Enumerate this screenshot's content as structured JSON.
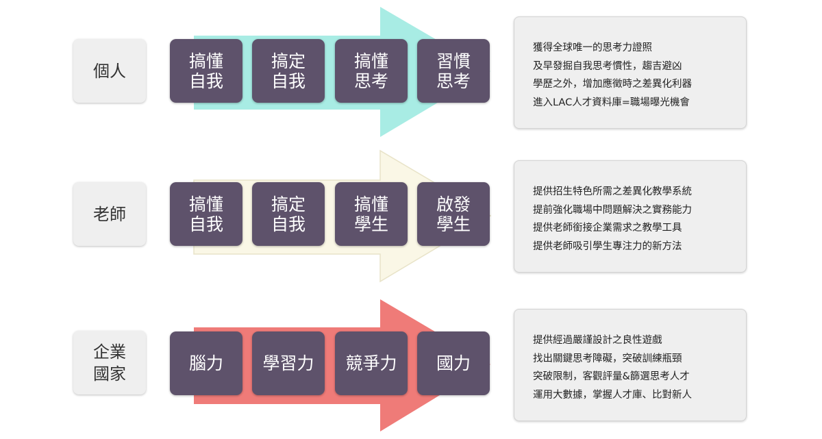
{
  "rows": [
    {
      "label": "個人",
      "arrow_color": "#a8ece4",
      "steps": [
        "搞懂\n自我",
        "搞定\n自我",
        "搞懂\n思考",
        "習慣\n思考"
      ],
      "benefits": [
        "獲得全球唯一的思考力證照",
        "及早發掘自我思考慣性，趨吉避凶",
        "學歷之外，增加應徵時之差異化利器",
        "進入LAC人才資料庫=職場曝光機會"
      ]
    },
    {
      "label": "老師",
      "arrow_color": "#faf7e6",
      "steps": [
        "搞懂\n自我",
        "搞定\n自我",
        "搞懂\n學生",
        "啟發\n學生"
      ],
      "benefits": [
        "提供招生特色所需之差異化教學系統",
        "提前強化職場中問題解決之實務能力",
        "提供老師銜接企業需求之教學工具",
        "提供老師吸引學生專注力的新方法"
      ]
    },
    {
      "label": "企業\n國家",
      "arrow_color": "#ef7b78",
      "steps": [
        "腦力",
        "學習力",
        "競爭力",
        "國力"
      ],
      "benefits": [
        "提供經過嚴謹設計之良性遊戲",
        "找出關鍵思考障礙，突破訓練瓶頸",
        "突破限制，客觀評量&篩選思考人才",
        "運用大數據，掌握人才庫、比對新人"
      ]
    }
  ],
  "step_color": "#5e526b"
}
